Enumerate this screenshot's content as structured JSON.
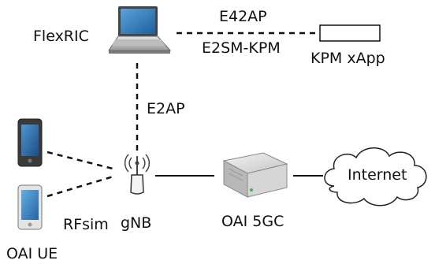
{
  "nodes": {
    "flexric": {
      "label": "FlexRIC",
      "icon": "laptop-icon"
    },
    "xapp": {
      "label": "KPM xApp",
      "icon": "xapp-box-icon"
    },
    "gnb": {
      "label": "gNB",
      "icon": "antenna-icon"
    },
    "ue": {
      "label": "OAI UE",
      "icon": "smartphone-icon"
    },
    "core": {
      "label": "OAI 5GC",
      "icon": "server-icon"
    },
    "internet": {
      "label": "Internet",
      "icon": "cloud-icon"
    }
  },
  "links": {
    "e42ap": {
      "label": "E42AP"
    },
    "e2sm": {
      "label": "E2SM-KPM"
    },
    "e2ap": {
      "label": "E2AP"
    },
    "rfsim": {
      "label": "RFsim"
    }
  }
}
